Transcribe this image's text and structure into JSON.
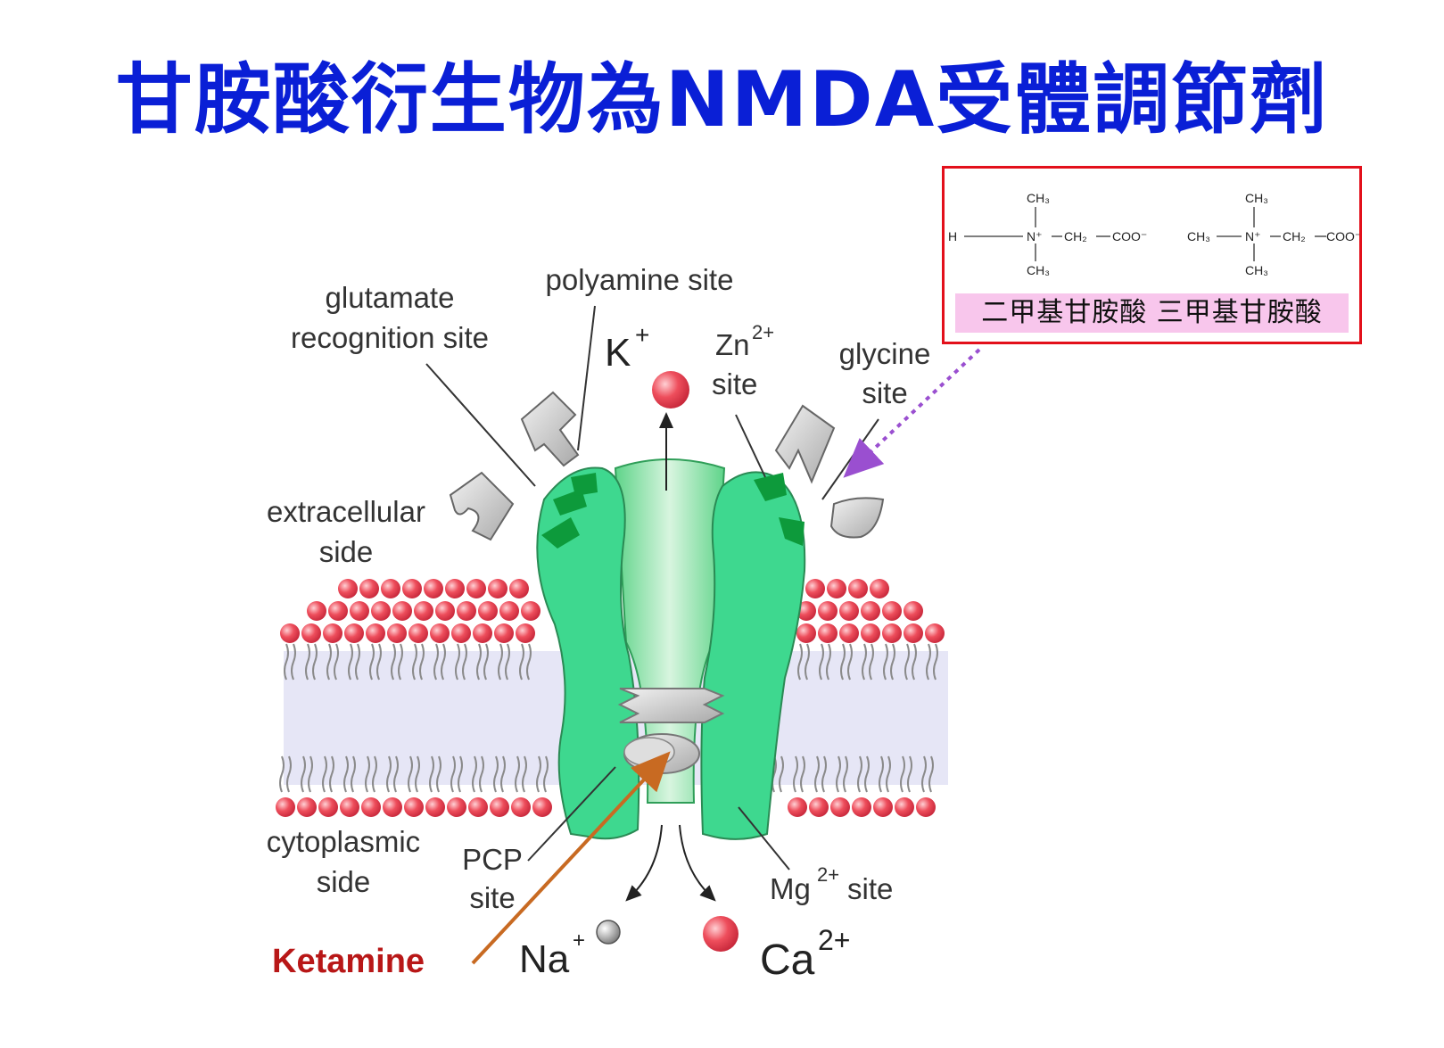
{
  "title": "甘胺酸衍生物為NMDA受體調節劑",
  "colors": {
    "title": "#0a1fd6",
    "receptor": "#3ed88f",
    "receptor_dark": "#0d9a3b",
    "lipid_head": "#ee4e5c",
    "membrane_core": "#e6e6f6",
    "ketamine": "#b81717",
    "ketamine_arrow": "#c86a22",
    "callout_arrow": "#9a4fd0",
    "box_border": "#e3101b",
    "box_label_bg": "#f8c6ec"
  },
  "labels": {
    "glutamate_1": "glutamate",
    "glutamate_2": "recognition site",
    "polyamine": "polyamine site",
    "k_ion": "K",
    "k_sup": "+",
    "zn_ion": "Zn",
    "zn_sup": "2+",
    "zn_site": "site",
    "glycine_1": "glycine",
    "glycine_2": "site",
    "extracellular_1": "extracellular",
    "extracellular_2": "side",
    "cytoplasmic_1": "cytoplasmic",
    "cytoplasmic_2": "side",
    "pcp_1": "PCP",
    "pcp_2": "site",
    "mg_ion": "Mg",
    "mg_sup": "2+",
    "mg_site": "site",
    "na_ion": "Na",
    "na_sup": "+",
    "ca_ion": "Ca",
    "ca_sup": "2+",
    "ketamine": "Ketamine"
  },
  "chem": {
    "ch3": "CH₃",
    "h": "H",
    "n_plus": "N⁺",
    "ch2": "CH₂",
    "coo": "COO⁻",
    "names": "二甲基甘胺酸 三甲基甘胺酸"
  }
}
